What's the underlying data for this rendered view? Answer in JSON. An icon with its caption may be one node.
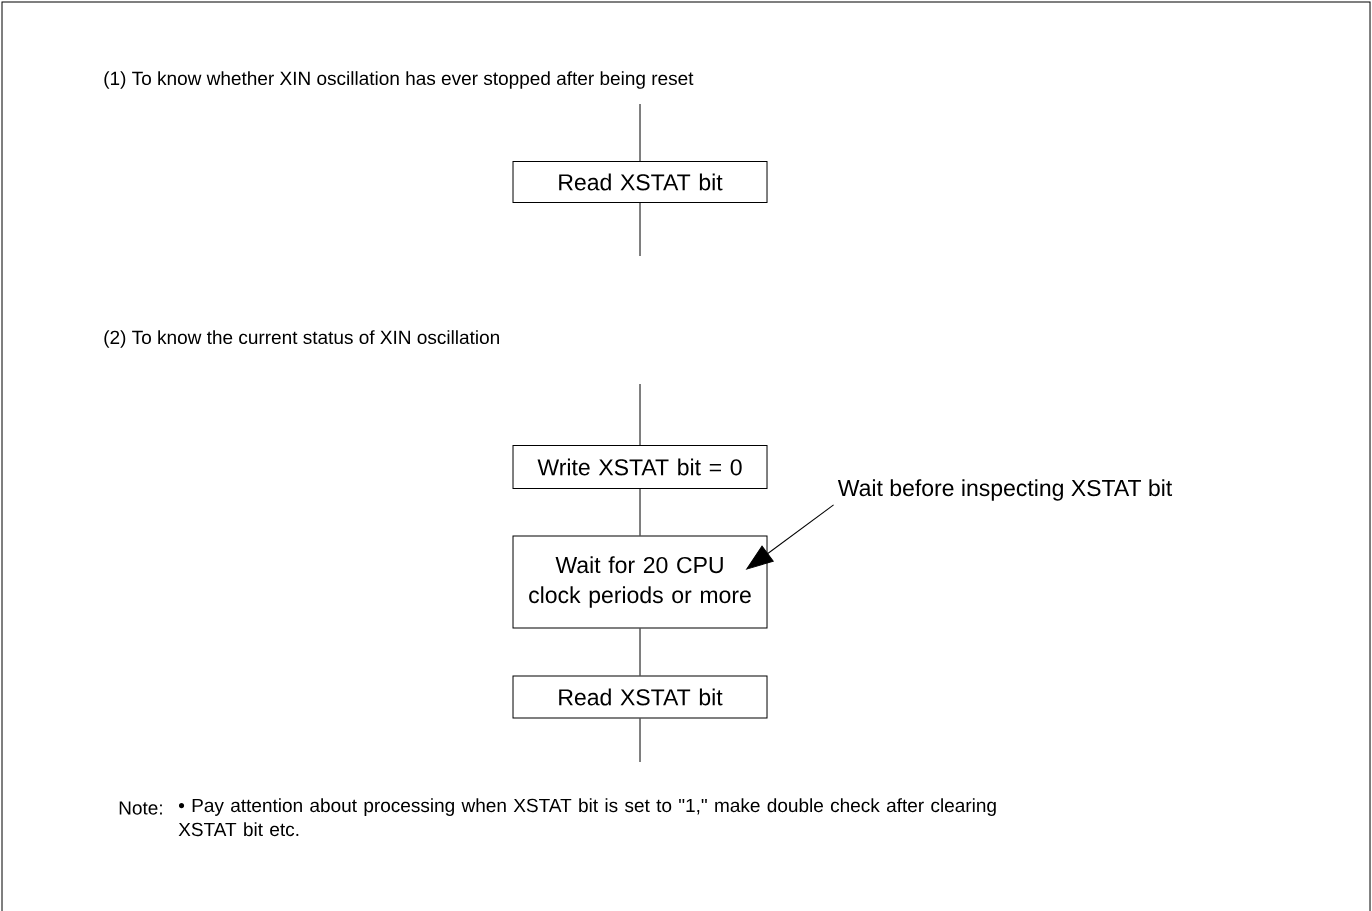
{
  "diagram": {
    "nodes": [
      {
        "text": [
          "Read XSTAT bit"
        ]
      },
      {
        "text": [
          "Write XSTAT bit = 0"
        ]
      },
      {
        "text": [
          "Wait for 20 CPU clock periods or more"
        ]
      },
      {
        "text": [
          "Read XSTAT bit"
        ]
      },
      {
        "text": [
          "Wait before inspecting XSTAT bit"
        ]
      }
    ],
    "edges": [
      {
        "from": null,
        "to": 0,
        "arrow": "none"
      },
      {
        "from": 0,
        "to": null,
        "arrow": "none"
      },
      {
        "from": null,
        "to": 1,
        "arrow": "none"
      },
      {
        "from": 1,
        "to": 2,
        "arrow": "none"
      },
      {
        "from": 2,
        "to": 3,
        "arrow": "none"
      },
      {
        "from": 3,
        "to": null,
        "arrow": "none"
      },
      {
        "from": 4,
        "to": 2,
        "arrow": "to"
      }
    ],
    "labels": [
      "(1) To know whether XIN oscillation has ever stopped after being reset",
      "(2) To know the current status of XIN oscillation",
      "Note:",
      "• Pay attention about processing when XSTAT bit is set to \"1,\" make double check after clearing XSTAT bit etc."
    ]
  }
}
